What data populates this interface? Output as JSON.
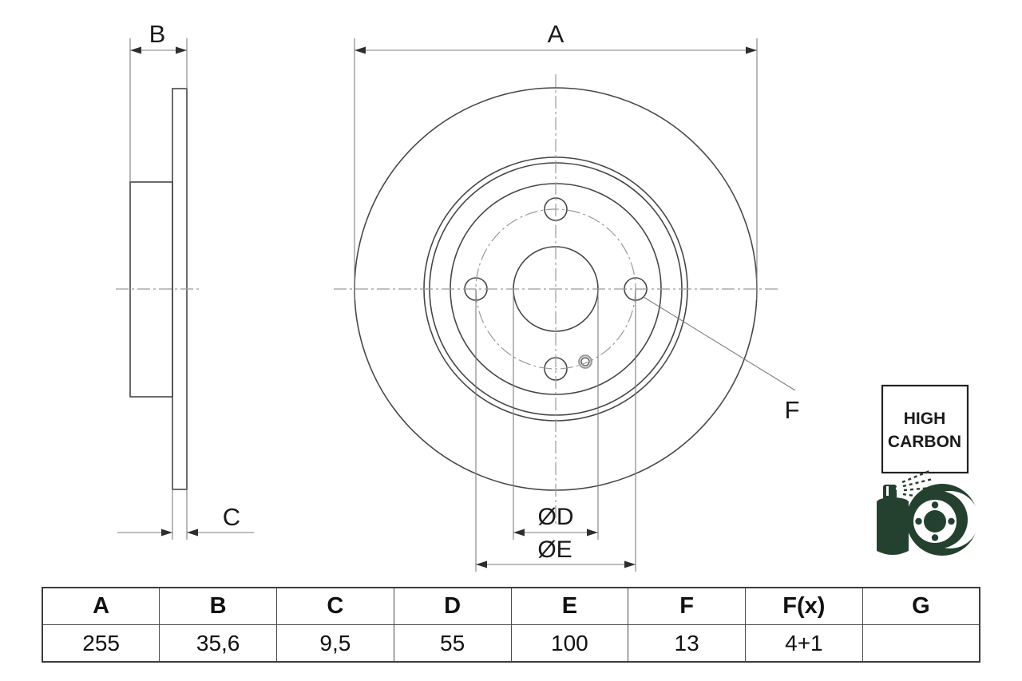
{
  "diagram": {
    "view_labels": {
      "a": "A",
      "b": "B",
      "c": "C",
      "d": "ØD",
      "e": "ØE",
      "f": "F"
    },
    "badge": {
      "line1": "HIGH",
      "line2": "CARBON"
    },
    "icons": {
      "spray_can": "spray-can-icon",
      "coated_disc": "coated-disc-icon"
    },
    "colors": {
      "outline": "#474747",
      "dimension_line": "#7d7d7d",
      "centerline": "#9a9a9a",
      "arrow": "#2e2e2e",
      "badge_border": "#222222",
      "icon_green": "#24402e",
      "table_border": "#4a4a4a",
      "text": "#1a1a1a"
    }
  },
  "table": {
    "headers": [
      "A",
      "B",
      "C",
      "D",
      "E",
      "F",
      "F(x)",
      "G"
    ],
    "values": [
      "255",
      "35,6",
      "9,5",
      "55",
      "100",
      "13",
      "4+1",
      ""
    ]
  }
}
